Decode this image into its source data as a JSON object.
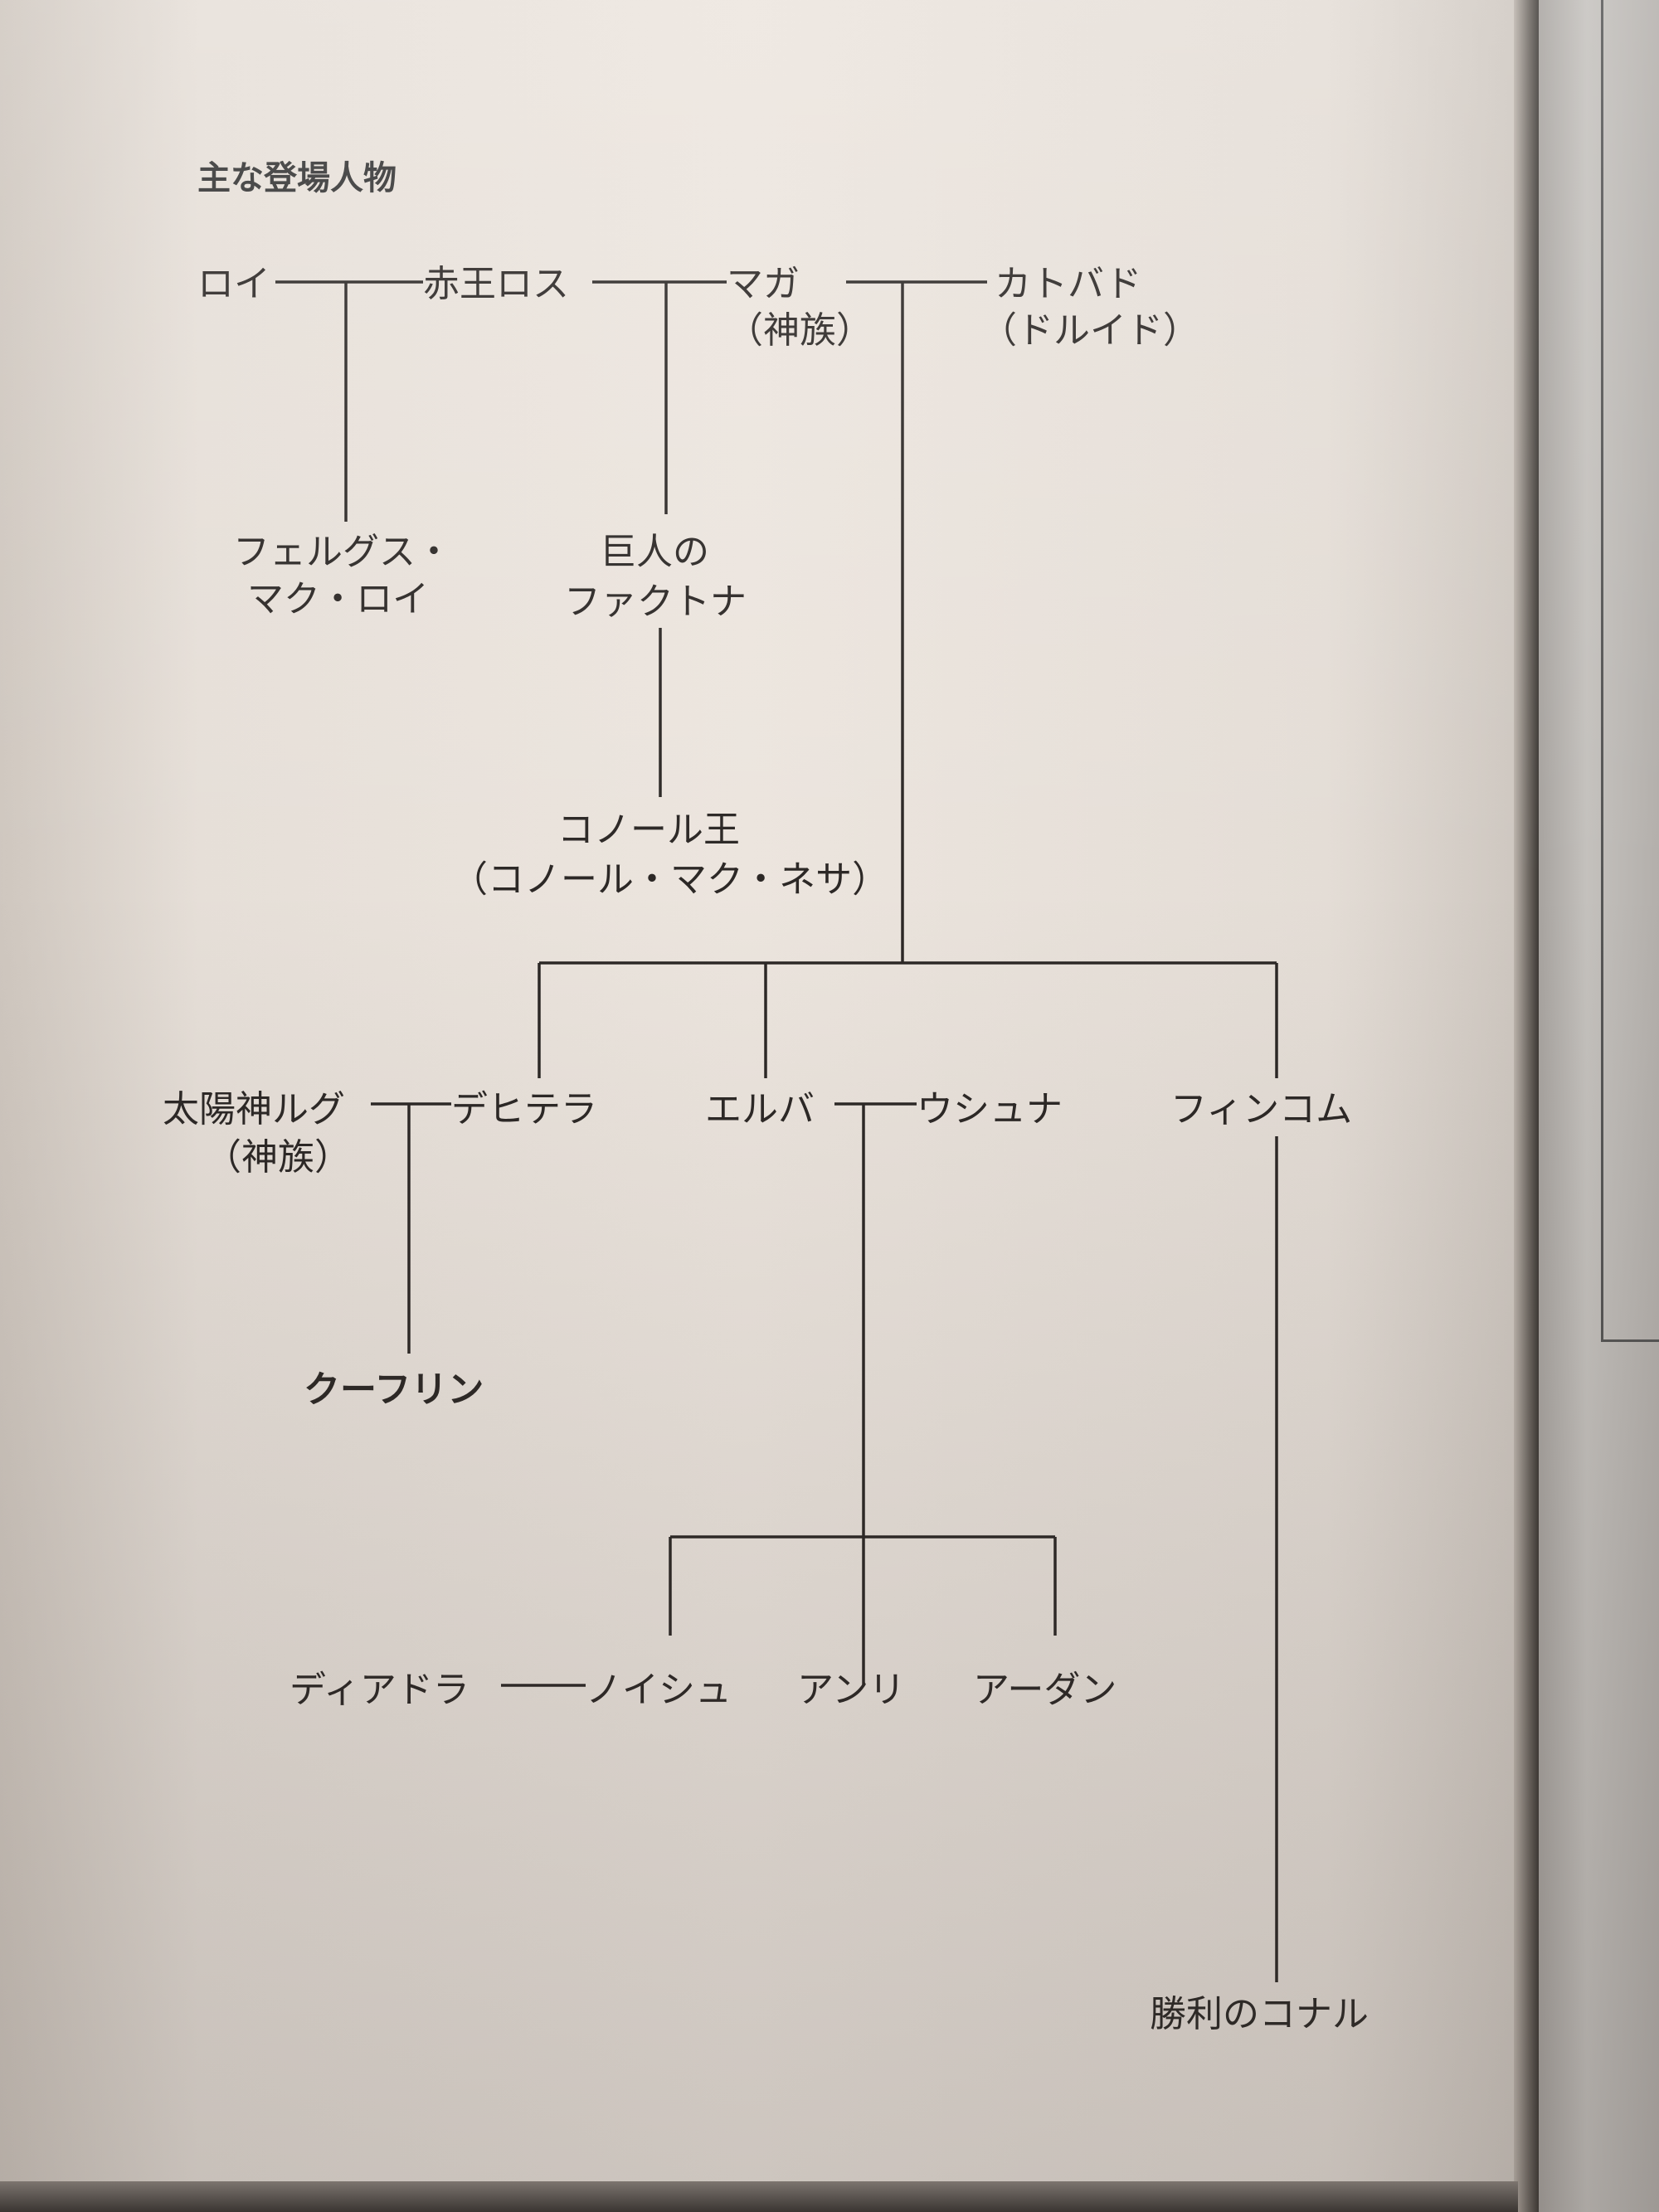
{
  "title": "主な登場人物",
  "people": {
    "roi": "ロイ",
    "ross": "赤王ロス",
    "maga": "マガ",
    "maga_note": "（神族）",
    "cathbad": "カトバド",
    "cathbad_note": "（ドルイド）",
    "fergus_1": "フェルグス・",
    "fergus_2": "マク・ロイ",
    "factna_1": "巨人の",
    "factna_2": "ファクトナ",
    "conchobar": "コノール王",
    "conchobar_note": "（コノール・マク・ネサ）",
    "lugh": "太陽神ルグ",
    "lugh_note": "（神族）",
    "deichtine": "デヒテラ",
    "elbha": "エルバ",
    "uisnech": "ウシュナ",
    "findchoem": "フィンコム",
    "cuchulainn": "クーフリン",
    "deirdre": "ディアドラ",
    "naoise": "ノイシュ",
    "ainnle": "アンリ",
    "ardan": "アーダン",
    "conall": "勝利のコナル"
  }
}
